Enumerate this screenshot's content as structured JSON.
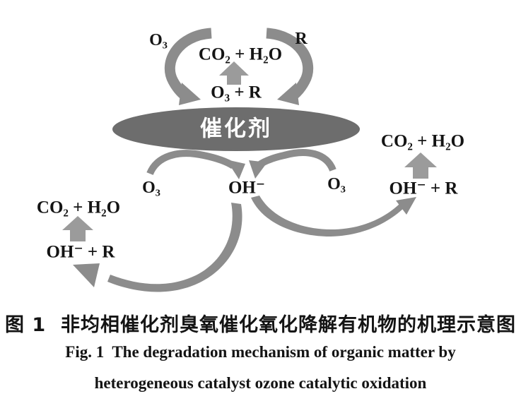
{
  "figure": {
    "labels": {
      "top_o3": "O₃",
      "top_r": "R",
      "top_co2_h2o": "CO₂ + H₂O",
      "top_o3_r": "O₃ + R",
      "catalyst": "催化剂",
      "mid_o3_left": "O₃",
      "mid_oh": "OH⁻",
      "mid_o3_right": "O₃",
      "right_co2_h2o": "CO₂ + H₂O",
      "right_oh_r": "OH⁻ + R",
      "left_co2_h2o": "CO₂ + H₂O",
      "left_oh_r": "OH⁻ + R"
    },
    "colors": {
      "ellipse": "#6d6d6d",
      "arrow": "#8c8c8c",
      "block_arrow": "#9b9b9b",
      "text": "#141414",
      "catalyst_text": "#ffffff"
    },
    "caption": {
      "zh": "图 1  非均相催化剂臭氧催化氧化降解有机物的机理示意图",
      "en_line1": "Fig. 1  The degradation mechanism of organic matter by",
      "en_line2": "heterogeneous catalyst ozone catalytic oxidation"
    }
  }
}
